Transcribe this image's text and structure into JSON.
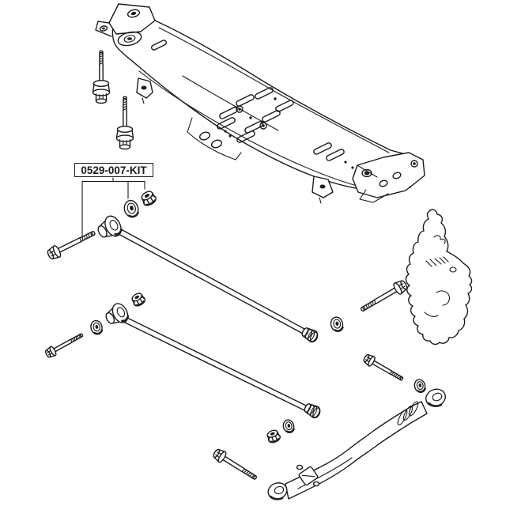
{
  "diagram": {
    "kit_label": "0529-007-KIT",
    "colors": {
      "background": "#ffffff",
      "line": "#1b1b1b",
      "dark_fill": "#1e1e1e"
    },
    "parts": [
      {
        "id": "crossmember",
        "name": "rear-suspension-crossmember-drawing"
      },
      {
        "id": "mount-bolt-1",
        "name": "vertical-mount-bolt-drawing"
      },
      {
        "id": "mount-bolt-2",
        "name": "vertical-mount-bolt-drawing"
      },
      {
        "id": "kit-bolt",
        "name": "kit-bolt-drawing"
      },
      {
        "id": "kit-washer",
        "name": "kit-washer-drawing"
      },
      {
        "id": "kit-nut",
        "name": "kit-flange-nut-drawing"
      },
      {
        "id": "lateral-rod-front",
        "name": "front-lateral-rod-drawing"
      },
      {
        "id": "lateral-rod-rear",
        "name": "rear-lateral-rod-drawing"
      },
      {
        "id": "knuckle",
        "name": "axle-knuckle-sketch"
      },
      {
        "id": "curved-arm",
        "name": "curved-lateral-arm-drawing"
      }
    ]
  }
}
